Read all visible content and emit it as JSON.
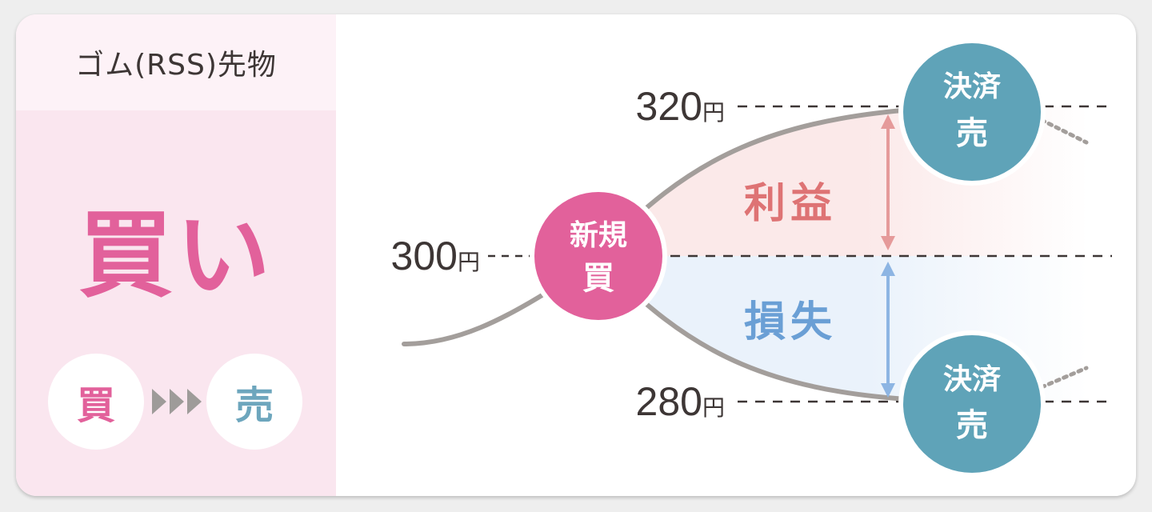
{
  "panel": {
    "product_title": "ゴム(RSS)先物",
    "position": "買い",
    "flow_from": "買",
    "flow_to": "売"
  },
  "prices": {
    "high": {
      "value": "320",
      "unit": "円"
    },
    "entry": {
      "value": "300",
      "unit": "円"
    },
    "low": {
      "value": "280",
      "unit": "円"
    }
  },
  "nodes": {
    "entry_line1": "新規",
    "entry_line2": "買",
    "exit_line1": "決済",
    "exit_line2": "売"
  },
  "regions": {
    "profit": "利益",
    "loss": "損失"
  },
  "colors": {
    "buy_pink": "#e2619b",
    "settle_teal": "#5fa3b8",
    "profit_text": "#de7374",
    "loss_text": "#6a9fd5",
    "profit_fill": "#fbe9e9",
    "loss_fill": "#eaf2fb",
    "curve_gray": "#a39e9b"
  }
}
